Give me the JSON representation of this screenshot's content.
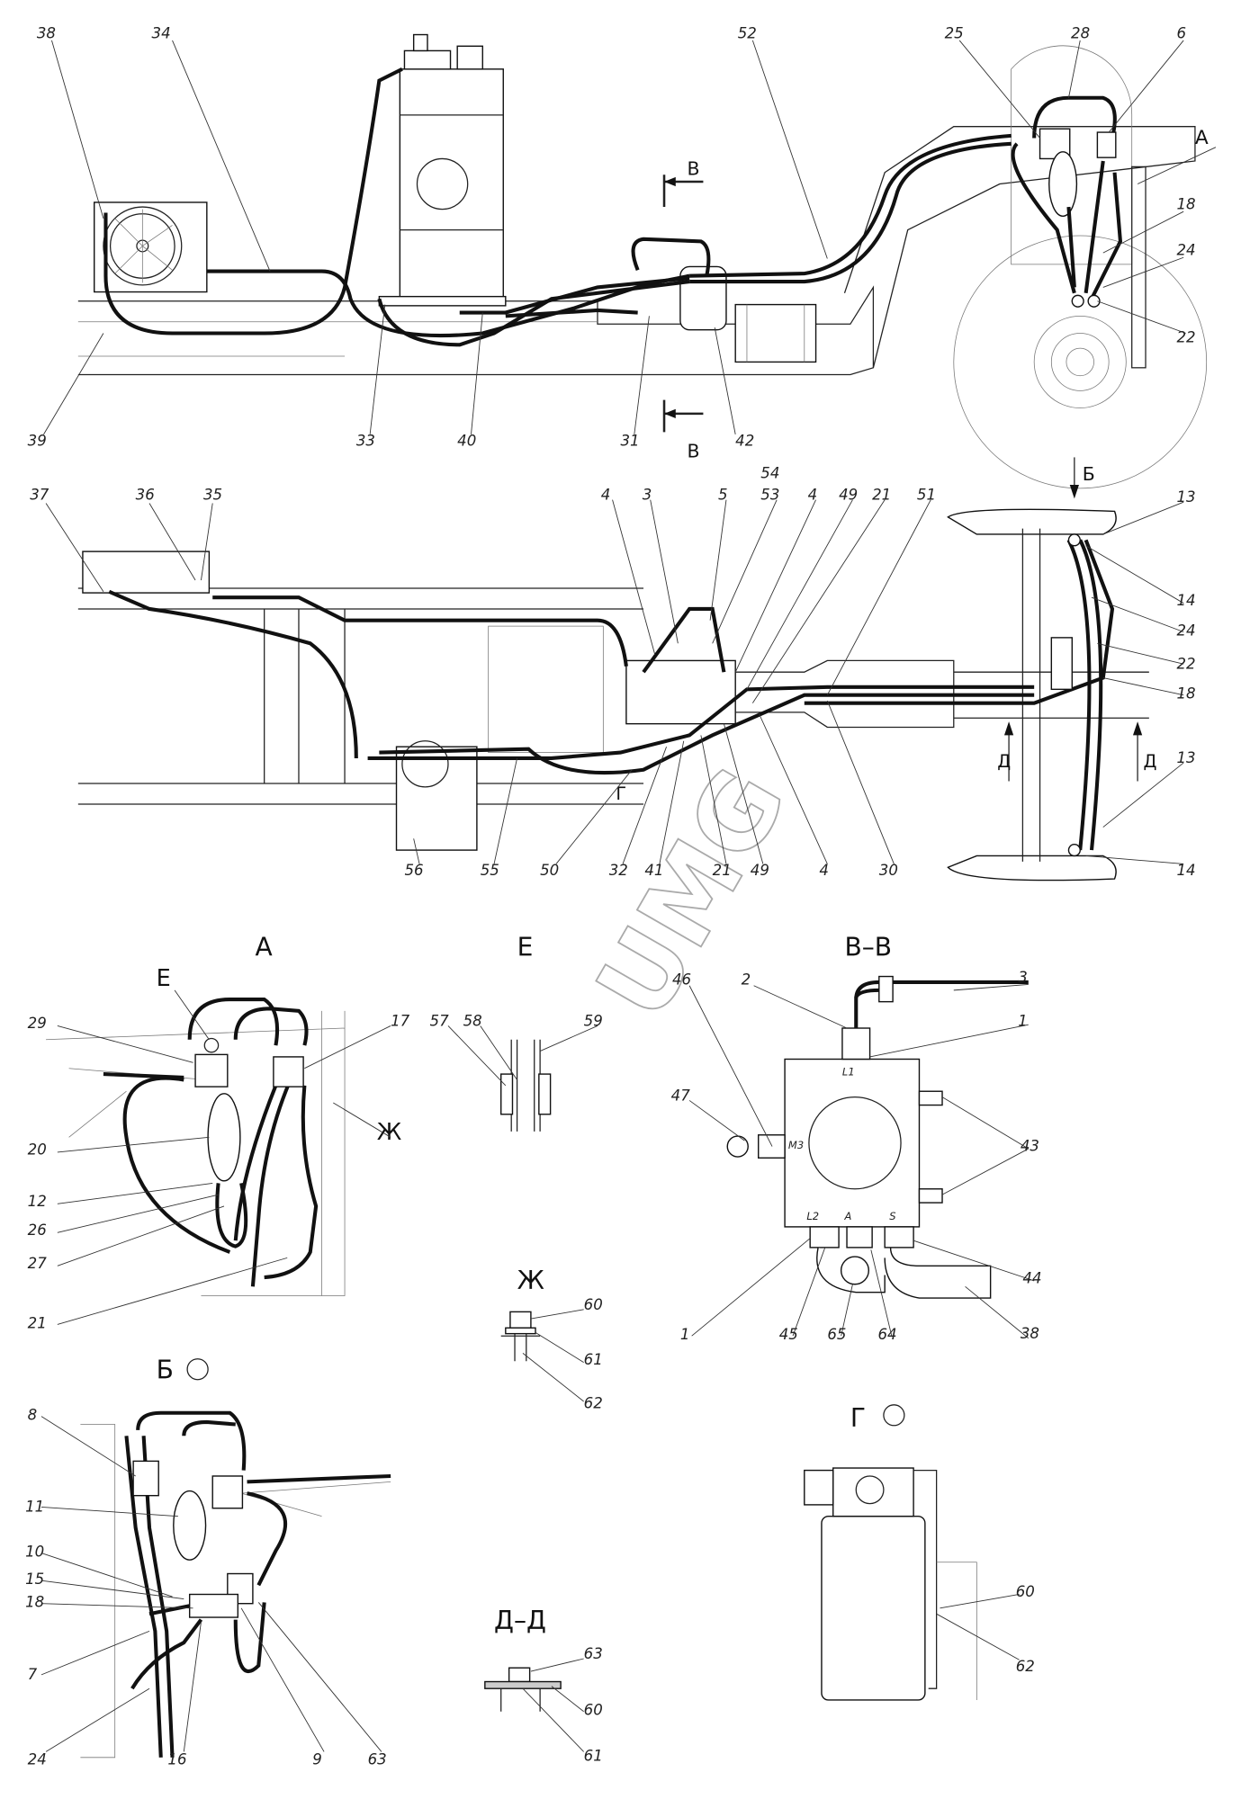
{
  "watermark": "UMG",
  "top_view": {
    "labels": [
      "38",
      "34",
      "52",
      "25",
      "28",
      "6",
      "А",
      "18",
      "24",
      "22",
      "39",
      "33",
      "40",
      "31",
      "42"
    ],
    "section_mark": "В"
  },
  "plan_view": {
    "labels": [
      "37",
      "36",
      "35",
      "54",
      "4",
      "3",
      "5",
      "53",
      "4",
      "49",
      "21",
      "51",
      "13",
      "14",
      "24",
      "22",
      "18",
      "13",
      "14",
      "56",
      "55",
      "50",
      "32",
      "41",
      "21",
      "49",
      "4",
      "30"
    ],
    "view_arrow": "Б",
    "section_d": "Д",
    "section_g": "Г"
  },
  "detail_a": {
    "title": "А",
    "sub_e": "Е",
    "sub_zh": "Ж",
    "labels": [
      "29",
      "17",
      "20",
      "12",
      "26",
      "27",
      "21"
    ]
  },
  "detail_e": {
    "title": "Е",
    "labels": [
      "57",
      "58",
      "59"
    ]
  },
  "section_vv": {
    "title": "В–В",
    "labels": [
      "46",
      "2",
      "3",
      "1",
      "47",
      "43",
      "44",
      "38",
      "1",
      "45",
      "65",
      "64"
    ],
    "ports": [
      "L1",
      "M3",
      "L2",
      "A",
      "S"
    ]
  },
  "detail_zh": {
    "title": "Ж",
    "labels": [
      "60",
      "61",
      "62"
    ]
  },
  "detail_b": {
    "title": "Б",
    "labels": [
      "8",
      "11",
      "10",
      "15",
      "18",
      "7",
      "24",
      "16",
      "9",
      "63"
    ]
  },
  "section_dd": {
    "title": "Д–Д",
    "labels": [
      "63",
      "60",
      "61"
    ]
  },
  "detail_g": {
    "title": "Г",
    "labels": [
      "60",
      "62"
    ]
  }
}
